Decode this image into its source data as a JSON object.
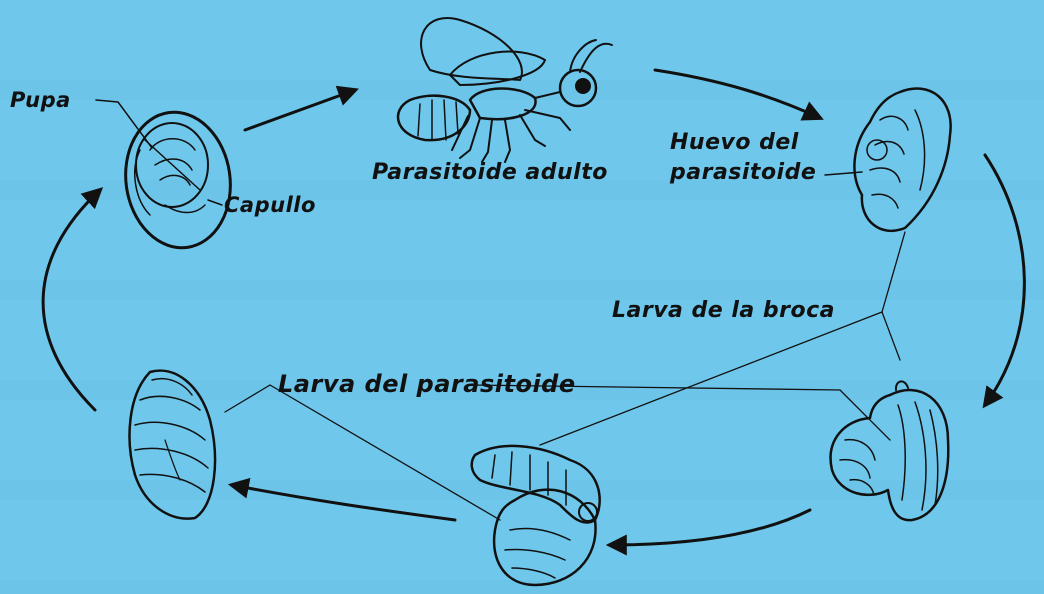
{
  "labels": {
    "pupa": "Pupa",
    "capullo": "Capullo",
    "parasitoide_adulto": "Parasitoide adulto",
    "huevo_line1": "Huevo del",
    "huevo_line2": "parasitoide",
    "larva_broca": "Larva de la broca",
    "larva_parasitoide": "Larva del parasitoide"
  },
  "colors": {
    "background": "#6fc8ec",
    "ink": "#111111"
  }
}
